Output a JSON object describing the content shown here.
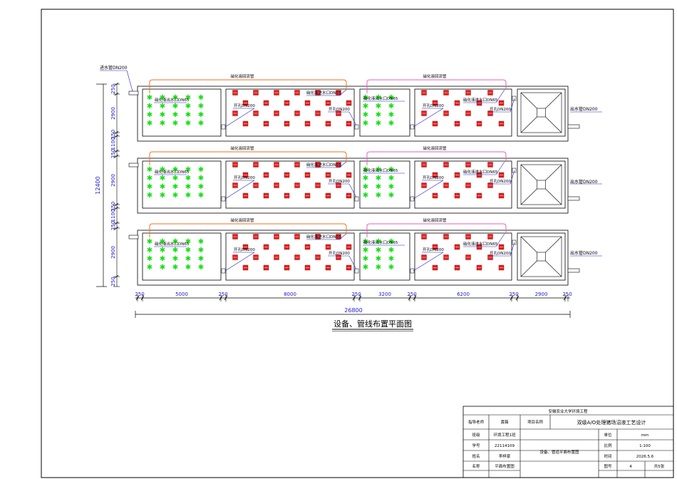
{
  "drawing": {
    "title": "设备、管线布置平面图",
    "overall_length": "26800",
    "overall_width": "12400",
    "bottom_dimensions": [
      "250",
      "5000",
      "250",
      "8000",
      "250",
      "3200",
      "250",
      "6200",
      "250",
      "2900",
      "250"
    ],
    "left_dimensions": [
      "250",
      "2900",
      "250",
      "1100",
      "250",
      "2900",
      "250",
      "1100",
      "250",
      "2900",
      "250"
    ]
  },
  "labels": {
    "inlet_pipe": "进水管DN200",
    "outlet_pipe": "出水管DN200",
    "reflux_pipe": "硝化液回流管",
    "nitrate_outlet": "硝化液出水口DN65",
    "nitrate_inlet": "硝化液进水口DN65",
    "hole": "开孔DN200"
  },
  "title_block": {
    "school": "安徽农业大学环境工程",
    "advisor_label": "指导老师",
    "advisor": "黄薇",
    "project_label": "项目名称",
    "project": "双级A/O处理猪场沼液工艺设计",
    "class_label": "班级",
    "class_value": "环境工程1班",
    "unit_label": "单位",
    "unit_value": "mm",
    "id_label": "学号",
    "id_value": "22114109",
    "drawing_name": "设备、管道平面布置图",
    "scale_label": "比例",
    "scale_value": "1:100",
    "name_label": "姓名",
    "name_value": "李梓豪",
    "time_label": "时间",
    "time_value": "2026.5.6",
    "title_label": "名称",
    "title_value": "平面布置图",
    "sheet_label": "图号",
    "sheet_no": "4",
    "sheet_total": "共5张"
  }
}
